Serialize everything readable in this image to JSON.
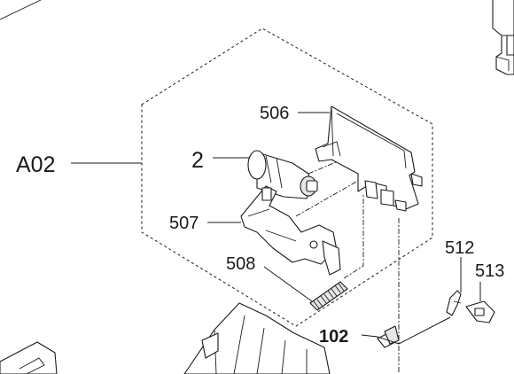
{
  "callouts": {
    "a02": "A02",
    "p2": "2",
    "p506": "506",
    "p507": "507",
    "p508": "508",
    "p512": "512",
    "p513": "513",
    "p102": "102"
  }
}
